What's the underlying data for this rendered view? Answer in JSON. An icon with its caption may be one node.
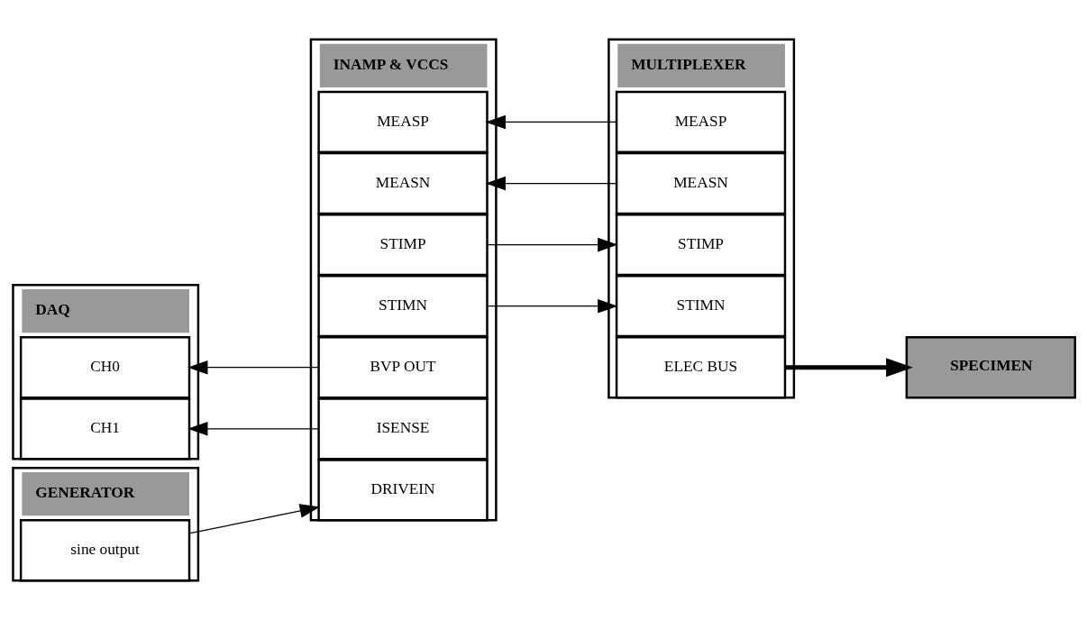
{
  "diagram": {
    "nodes": [
      {
        "text": [
          "DAQ"
        ]
      },
      {
        "text": [
          "CH0"
        ],
        "in": 0
      },
      {
        "text": [
          "CH1"
        ],
        "in": 0
      },
      {
        "text": [
          "INAMP & VCCS"
        ]
      },
      {
        "text": [
          "MEASP"
        ],
        "in": 3
      },
      {
        "text": [
          "MEASN"
        ],
        "in": 3
      },
      {
        "text": [
          "STIMP"
        ],
        "in": 3
      },
      {
        "text": [
          "STIMN"
        ],
        "in": 3
      },
      {
        "text": [
          "BVP OUT"
        ],
        "in": 3
      },
      {
        "text": [
          "ISENSE"
        ],
        "in": 3
      },
      {
        "text": [
          "DRIVEIN"
        ],
        "in": 3
      },
      {
        "text": [
          "MULTIPLEXER"
        ]
      },
      {
        "text": [
          "MEASP"
        ],
        "in": 11
      },
      {
        "text": [
          "MEASN"
        ],
        "in": 11
      },
      {
        "text": [
          "STIMP"
        ],
        "in": 11
      },
      {
        "text": [
          "STIMN"
        ],
        "in": 11
      },
      {
        "text": [
          "ELEC BUS"
        ],
        "in": 11
      },
      {
        "text": [
          "GENERATOR"
        ]
      },
      {
        "text": [
          "sine output"
        ],
        "in": 17
      },
      {
        "text": [
          "SPECIMEN"
        ]
      }
    ],
    "edges": [
      {
        "from": 8,
        "to": 1,
        "arrow": "to"
      },
      {
        "from": 9,
        "to": 2,
        "arrow": "to"
      },
      {
        "from": 12,
        "to": 4,
        "arrow": "to"
      },
      {
        "from": 13,
        "to": 5,
        "arrow": "to"
      },
      {
        "from": 6,
        "to": 14,
        "arrow": "to"
      },
      {
        "from": 7,
        "to": 15,
        "arrow": "to"
      },
      {
        "from": 16,
        "to": 19,
        "arrow": "to",
        "style": "thick"
      },
      {
        "from": 18,
        "to": 10,
        "arrow": "to"
      }
    ]
  }
}
